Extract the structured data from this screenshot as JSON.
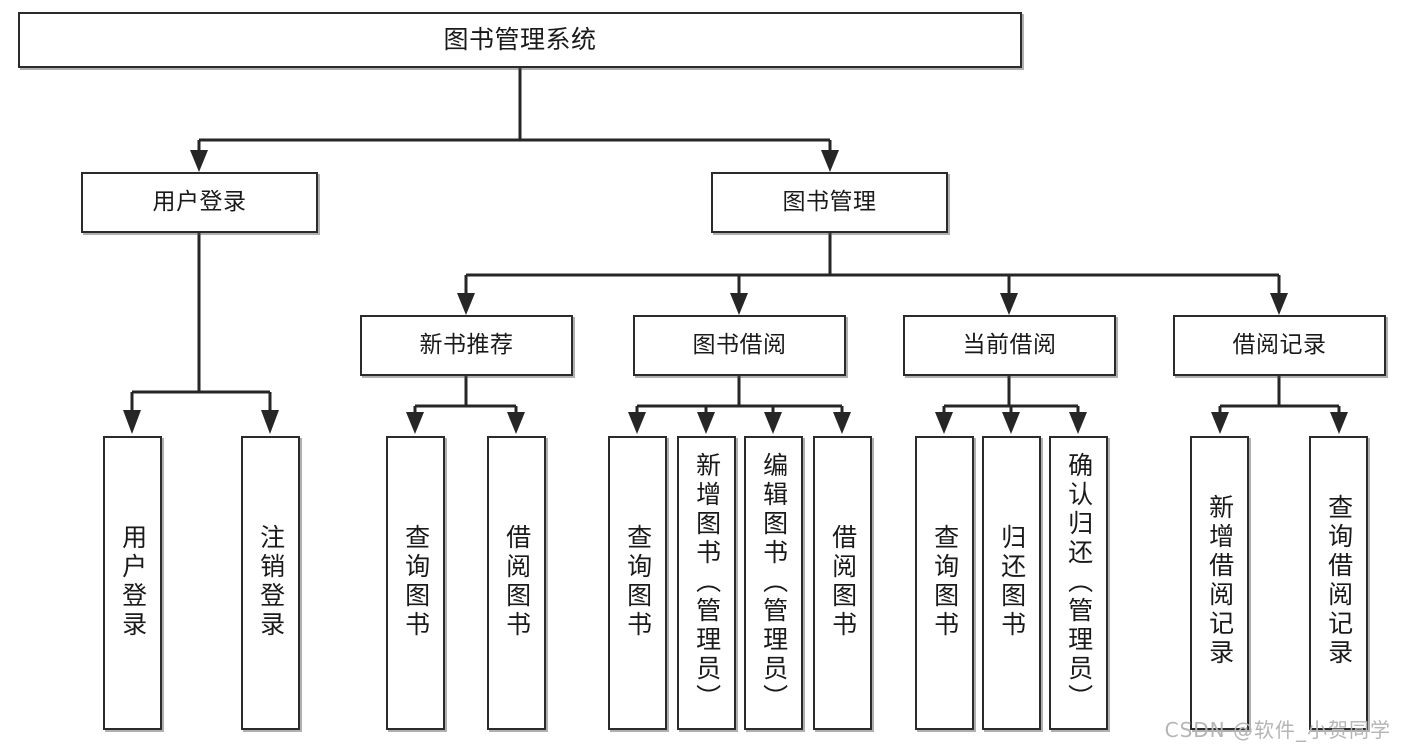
{
  "diagram": {
    "type": "tree-hierarchy",
    "title": "图书管理系统",
    "watermark": "CSDN @软件_小贺同学",
    "colors": {
      "box_border": "#2b2b2b",
      "connector": "#262626",
      "background": "#ffffff",
      "watermark_text": "#b5b5b5"
    }
  },
  "root": {
    "label": "图书管理系统"
  },
  "level1": [
    {
      "id": "user-login",
      "label": "用户登录"
    },
    {
      "id": "book-management",
      "label": "图书管理"
    }
  ],
  "level2": [
    {
      "id": "new-book-recommend",
      "label": "新书推荐",
      "parent": "book-management"
    },
    {
      "id": "book-borrow",
      "label": "图书借阅",
      "parent": "book-management"
    },
    {
      "id": "current-borrow",
      "label": "当前借阅",
      "parent": "book-management"
    },
    {
      "id": "borrow-record",
      "label": "借阅记录",
      "parent": "book-management"
    }
  ],
  "leaves": {
    "user_login": [
      {
        "id": "leaf-user-login",
        "label": "用户登录"
      },
      {
        "id": "leaf-logout",
        "label": "注销登录"
      }
    ],
    "new_book_recommend": [
      {
        "id": "leaf-query-book-1",
        "label": "查询图书"
      },
      {
        "id": "leaf-borrow-book-1",
        "label": "借阅图书"
      }
    ],
    "book_borrow": [
      {
        "id": "leaf-query-book-2",
        "label": "查询图书"
      },
      {
        "id": "leaf-add-book",
        "label": "新增图书（管理员）"
      },
      {
        "id": "leaf-edit-book",
        "label": "编辑图书（管理员）"
      },
      {
        "id": "leaf-borrow-book-2",
        "label": "借阅图书"
      }
    ],
    "current_borrow": [
      {
        "id": "leaf-query-book-3",
        "label": "查询图书"
      },
      {
        "id": "leaf-return-book",
        "label": "归还图书"
      },
      {
        "id": "leaf-confirm-return",
        "label": "确认归还（管理员）"
      }
    ],
    "borrow_record": [
      {
        "id": "leaf-add-record",
        "label": "新增借阅记录"
      },
      {
        "id": "leaf-query-record",
        "label": "查询借阅记录"
      }
    ]
  }
}
